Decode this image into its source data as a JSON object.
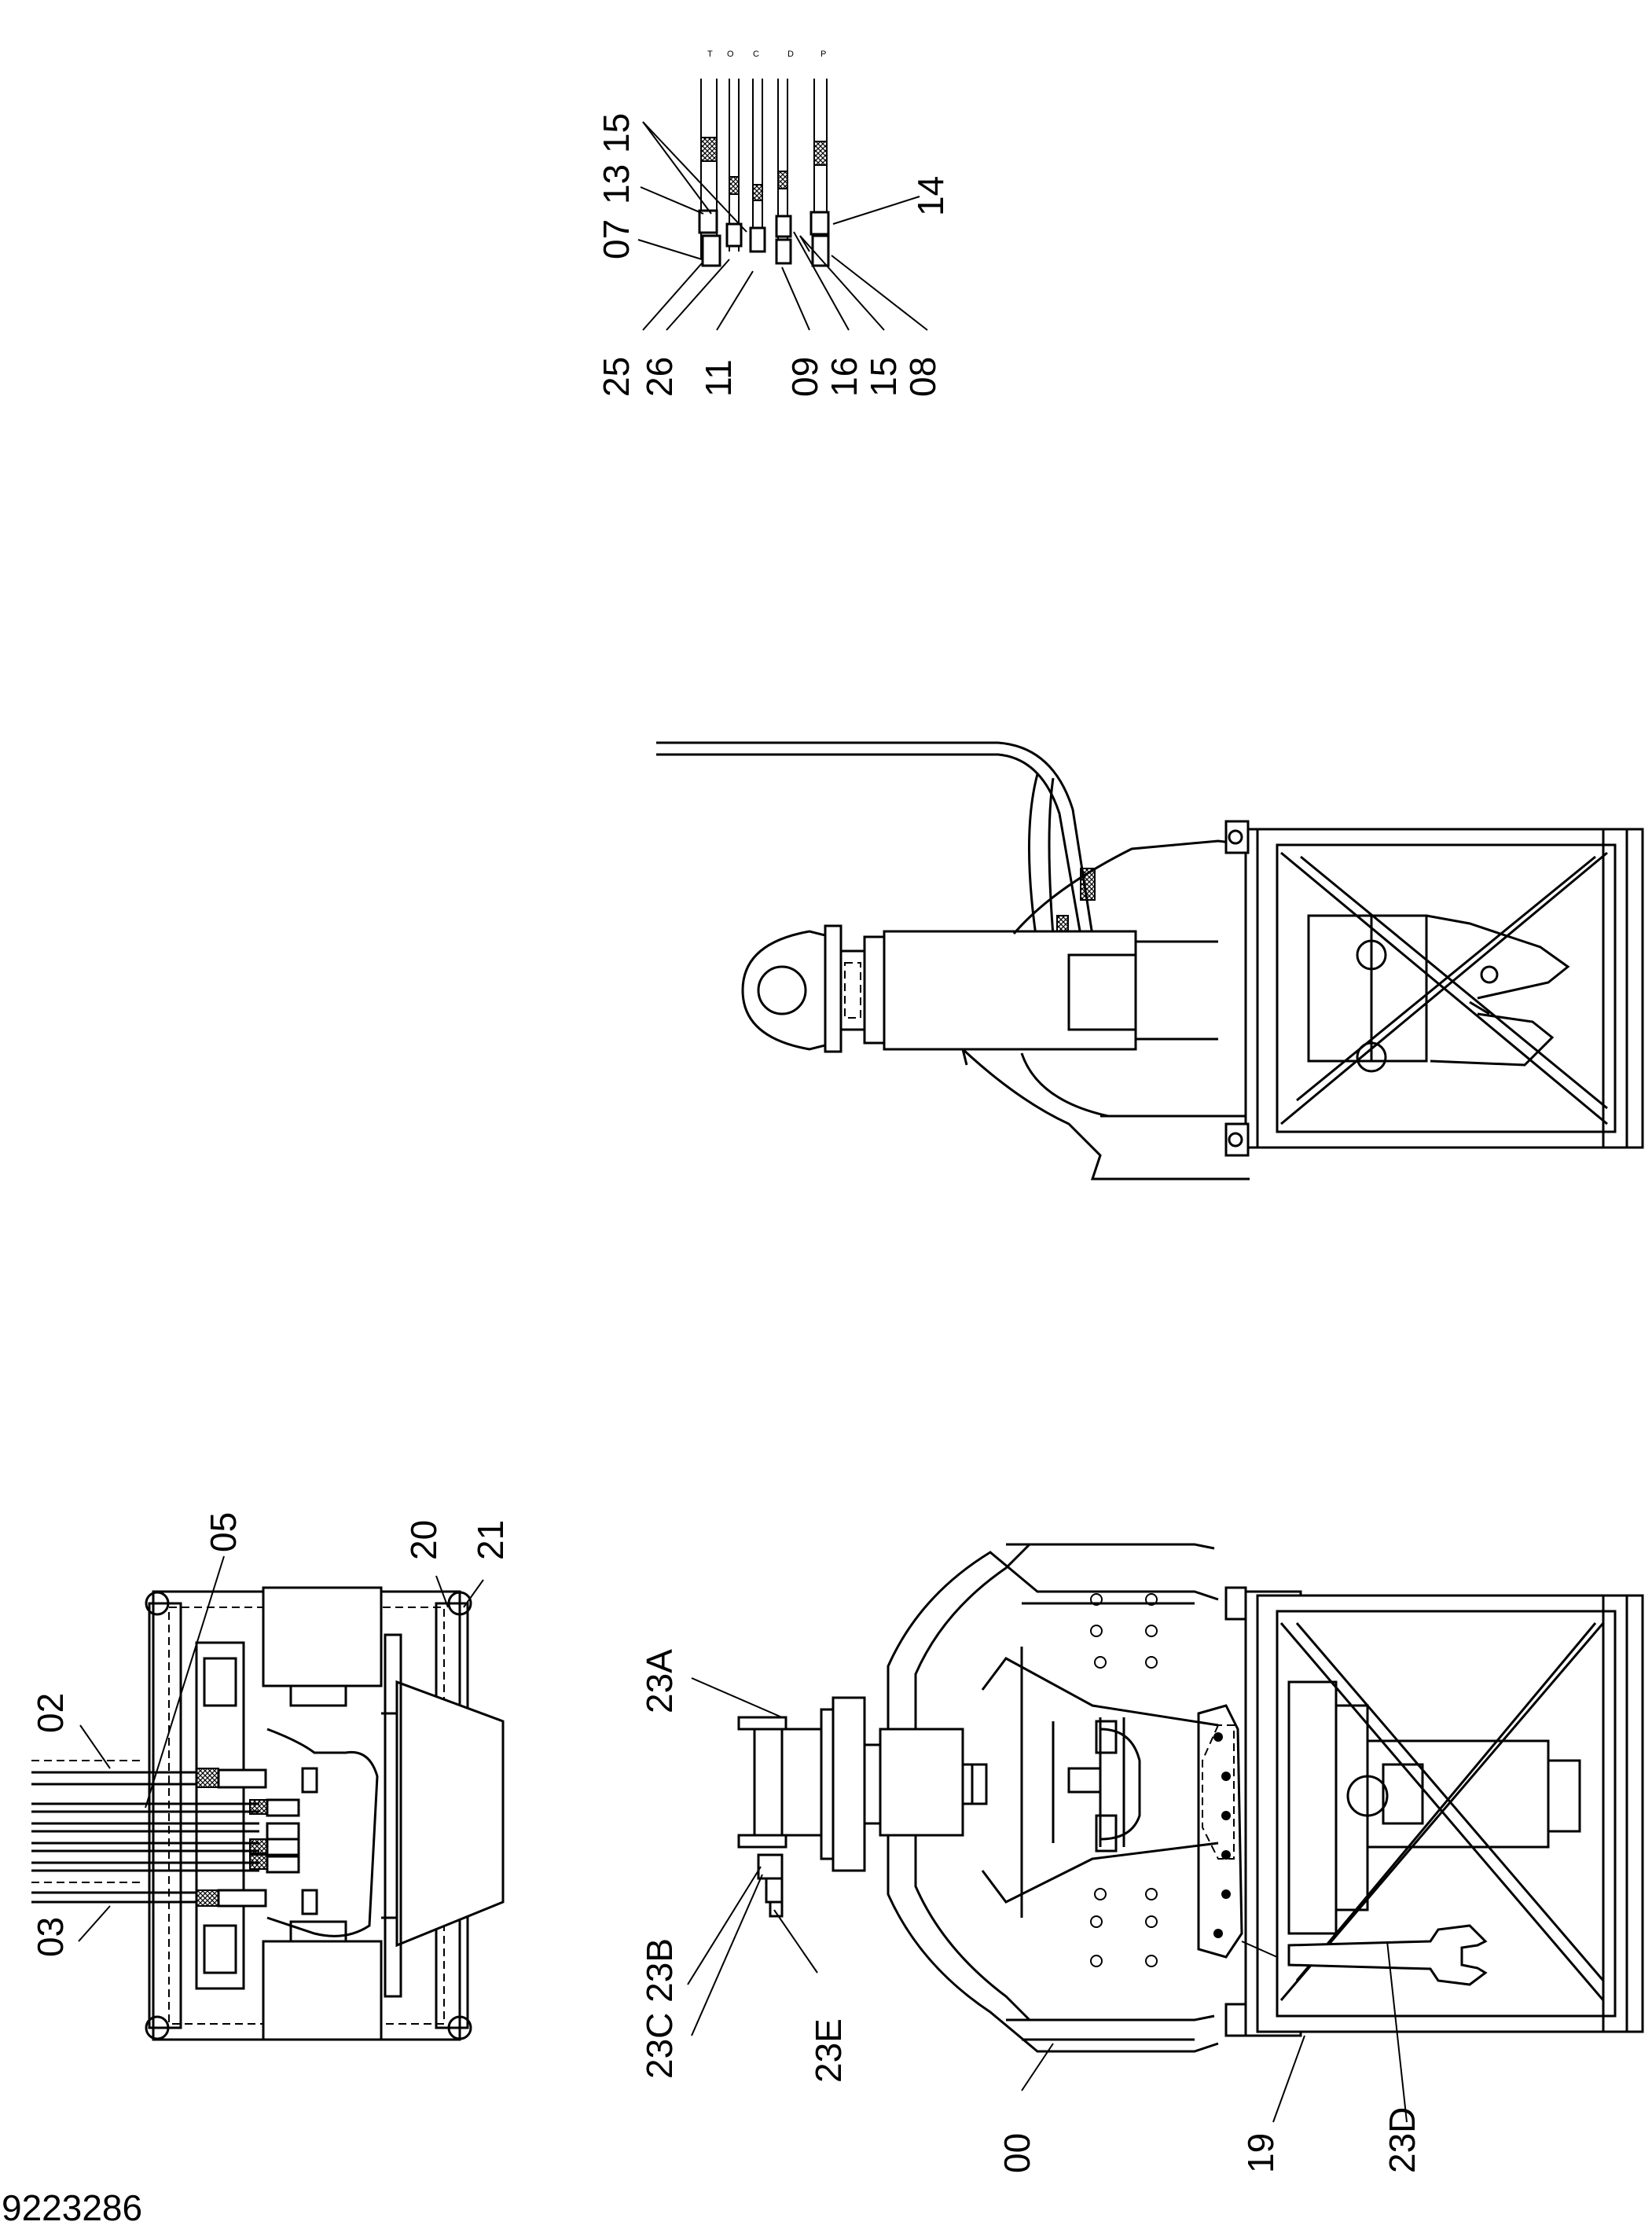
{
  "document": {
    "number": "9223286"
  },
  "port_letters": [
    "T",
    "O",
    "C",
    "D",
    "P"
  ],
  "hose_detail_labels": {
    "top": [
      "07",
      "13",
      "15",
      "14"
    ],
    "bottom": [
      "25",
      "26",
      "11",
      "09",
      "16",
      "15",
      "08"
    ]
  },
  "top_view_labels": [
    "02",
    "05",
    "03",
    "20",
    "21"
  ],
  "front_view_labels": [
    "23A",
    "23C 23B",
    "23E",
    "00",
    "19",
    "23D"
  ]
}
